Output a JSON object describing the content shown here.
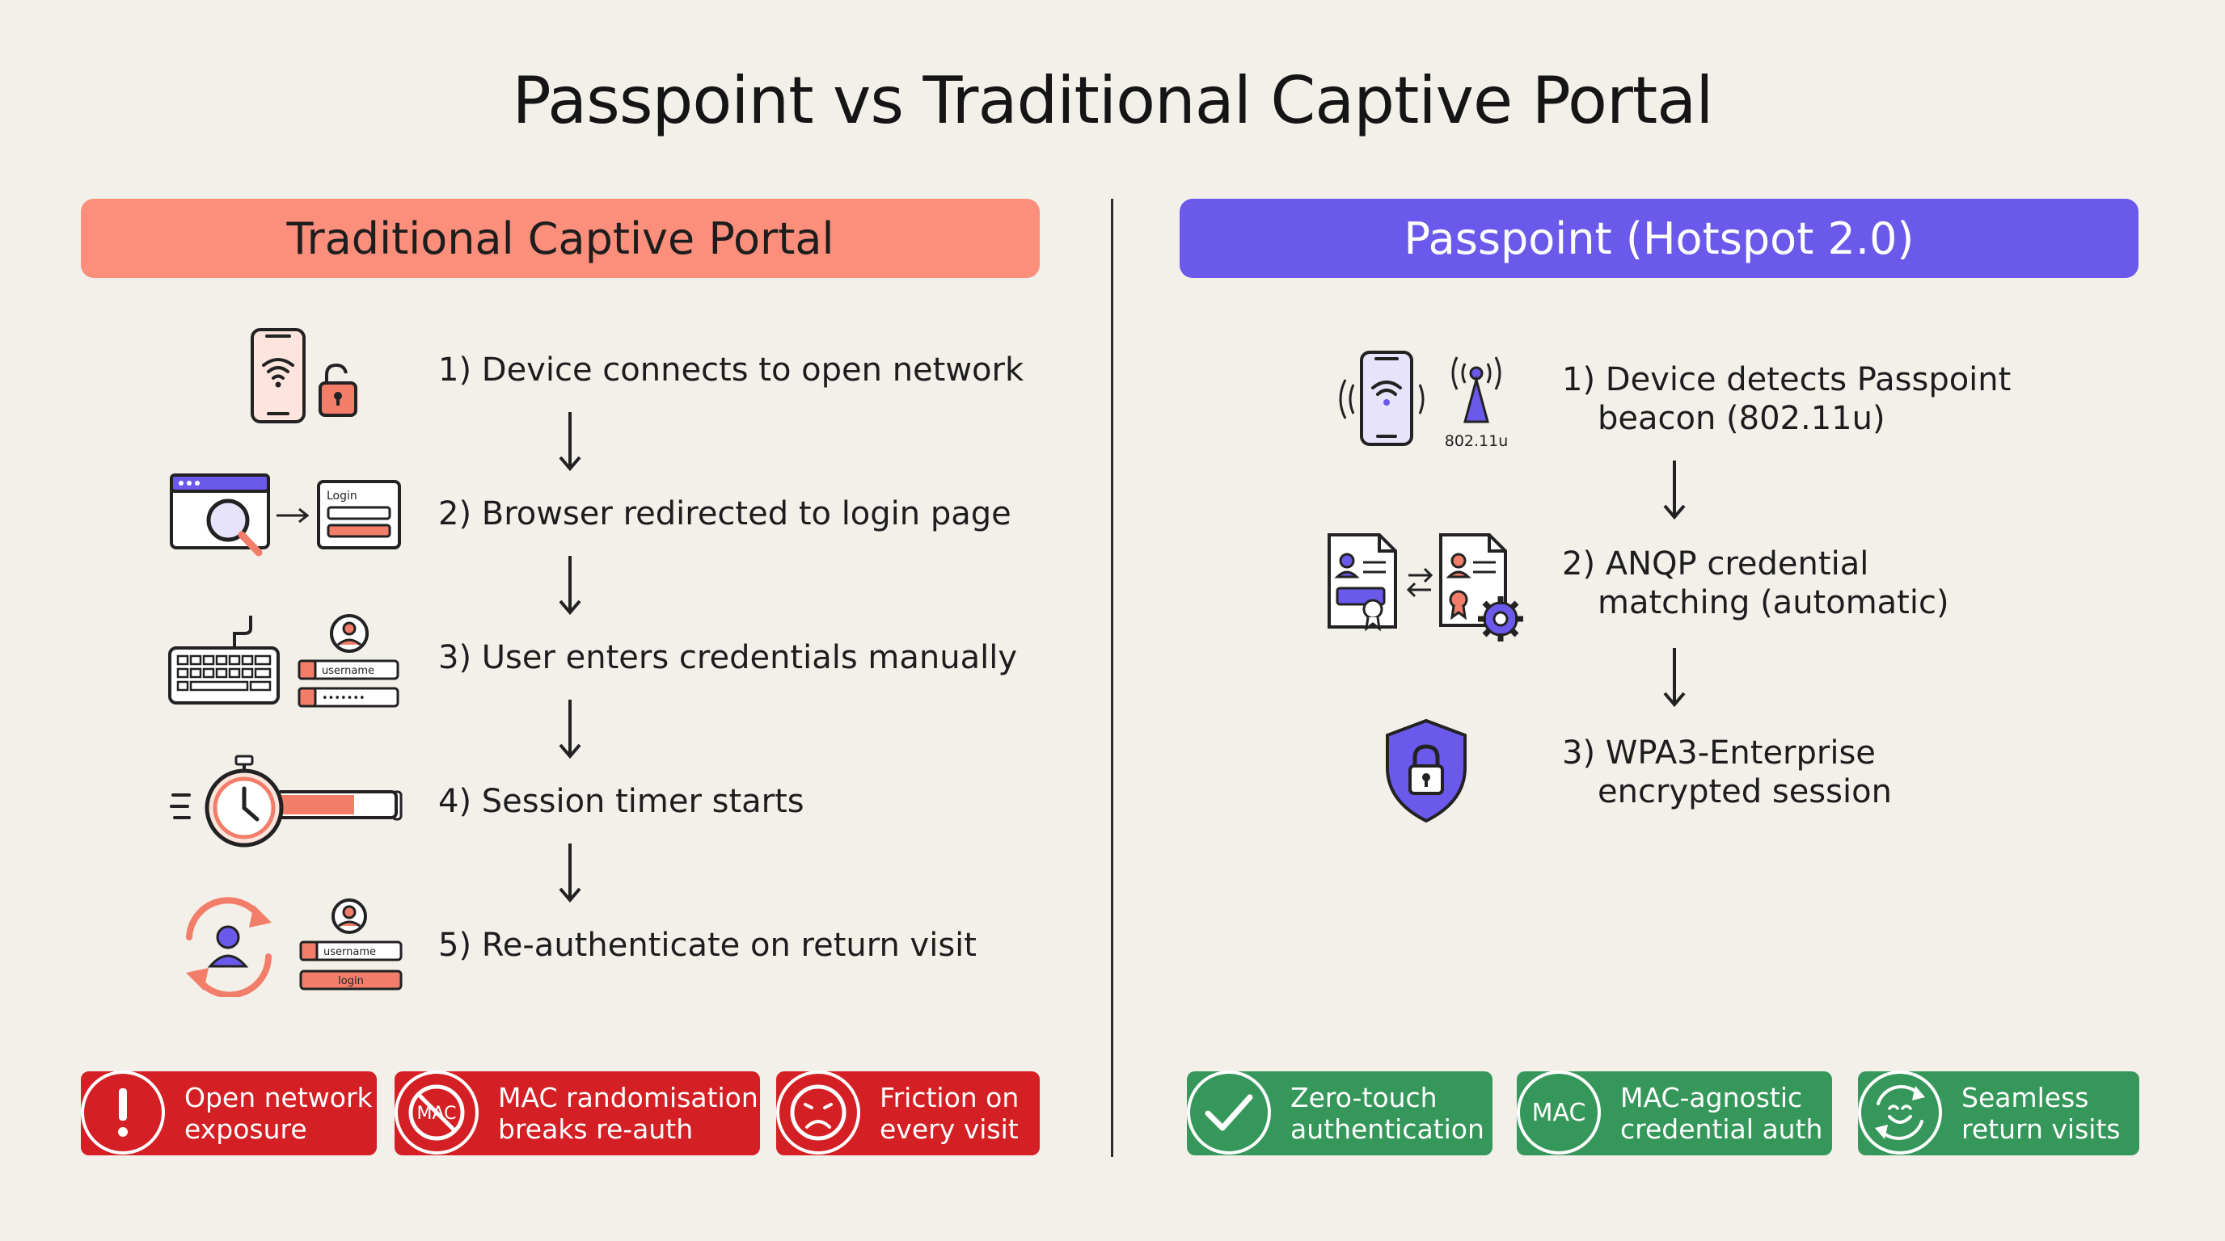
{
  "title": "Passpoint vs Traditional Captive Portal",
  "left": {
    "heading": "Traditional Captive Portal",
    "steps": [
      "1) Device connects to open network",
      "2) Browser redirected to login page",
      "3) User enters credentials manually",
      "4) Session timer starts",
      "5) Re-authenticate on return visit"
    ],
    "icon_text": {
      "login": "Login",
      "username": "username",
      "password": "•••••••",
      "login_button": "login"
    },
    "badges": [
      {
        "line1": "Open network",
        "line2": "exposure",
        "icon": "exclamation-icon"
      },
      {
        "line1": "MAC randomisation",
        "line2": "breaks re-auth",
        "icon": "mac-crossed-icon",
        "icon_text": "MAC"
      },
      {
        "line1": "Friction on",
        "line2": "every visit",
        "icon": "frown-face-icon"
      }
    ]
  },
  "right": {
    "heading": "Passpoint (Hotspot 2.0)",
    "steps": [
      {
        "line1": "1) Device detects Passpoint",
        "line2": "beacon (802.11u)"
      },
      {
        "line1": "2) ANQP credential",
        "line2": "matching (automatic)"
      },
      {
        "line1": "3) WPA3-Enterprise",
        "line2": "encrypted session"
      }
    ],
    "icon_text": {
      "standard": "802.11u"
    },
    "badges": [
      {
        "line1": "Zero-touch",
        "line2": "authentication",
        "icon": "checkmark-icon"
      },
      {
        "line1": "MAC-agnostic",
        "line2": "credential auth",
        "icon": "mac-icon",
        "icon_text": "MAC"
      },
      {
        "line1": "Seamless",
        "line2": "return visits",
        "icon": "smile-refresh-icon"
      }
    ]
  },
  "colors": {
    "background": "#f3f0ea",
    "traditional_accent": "#fb8f7b",
    "passpoint_accent": "#6a59ea",
    "negative": "#d42024",
    "positive": "#36975a"
  }
}
